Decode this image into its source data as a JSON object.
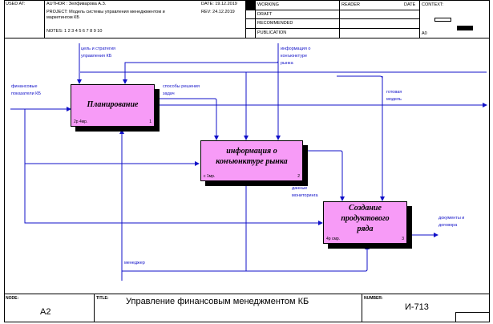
{
  "header": {
    "used_at_label": "USED AT:",
    "author": "AUTHOR : Зелфиварова А.З.",
    "date": "DATE: 19.12.2019",
    "project": "PROJECT: Модель системы управления менеджментом и",
    "project_line2": "маркетингом КБ",
    "rev": "REV: 24.12.2019",
    "notes": "NOTES: 1 2 3 4 5 6 7 8 9 10",
    "status_items": [
      "WORKING",
      "DRAFT",
      "RECOMMENDED",
      "PUBLICATION"
    ],
    "reader_label": "READER",
    "date_label": "DATE",
    "context_label": "CONTEXT:",
    "context_node": "A0"
  },
  "diagram": {
    "boxes": [
      {
        "title": "Планирование",
        "cost": "2р 4мр.",
        "number": "1"
      },
      {
        "title": "информация о конъюнктуре рынка",
        "cost": "с 1мр.",
        "number": "2"
      },
      {
        "title": "Создание продуктового ряда",
        "cost": "4р смр.",
        "number": "3"
      }
    ],
    "arrow_labels": {
      "goals": "цель и стратегия управления КБ",
      "market_info": "информация о конъюнктуре рынка",
      "fin_indicators": "финансовые показатели КБ",
      "methods": "способы решения задач",
      "ready_model": "готовая модель",
      "monitoring": "данные мониторинга",
      "documents": "документы и договора",
      "manager": "менеджер"
    },
    "arrow_color": "#1010c8",
    "box_color": "#f79bf7"
  },
  "footer": {
    "node_label": "NODE:",
    "node_value": "A2",
    "title_label": "TITLE:",
    "title_value": "Управление финансовым менеджментом КБ",
    "number_label": "NUMBER:",
    "number_value": "И-713"
  }
}
